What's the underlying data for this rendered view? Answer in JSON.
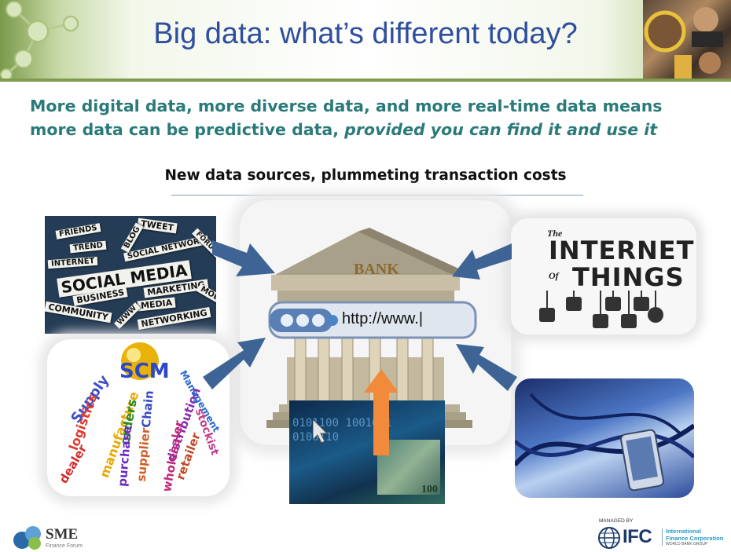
{
  "slide": {
    "title": "Big data: what’s different today?",
    "subtitle_line1": "More digital data, more diverse data, and more real-time data means",
    "subtitle_line2_plain": "more data can be predictive data, ",
    "subtitle_line2_italic": "provided you can find it and use it",
    "heading": "New data sources, plummeting transaction costs"
  },
  "social_media_image": {
    "words": [
      "FRIENDS",
      "TWEET",
      "TREND",
      "BLOG",
      "SOCIAL NETWORK",
      "FORUM",
      "INTERNET",
      "SOCIAL MEDIA",
      "MARKETING",
      "BUSINESS",
      "MEDIA",
      "MOBILE",
      "COMMUNITY",
      "WWW",
      "NETWORKING"
    ]
  },
  "iot_image": {
    "line1": "The",
    "line2": "INTERNET",
    "line3": "Of",
    "line4": "THINGS"
  },
  "bank_image": {
    "sign": "BANK",
    "url": "http://www.|"
  },
  "scm_image": {
    "center": "SCM",
    "words": [
      "Supply",
      "logistics",
      "manufacture",
      "orders",
      "Chain",
      "distribution",
      "Management",
      "stockist",
      "dealer",
      "purchase",
      "supplier",
      "wholesaler",
      "retailer"
    ]
  },
  "money_image": {
    "binary": "0101100 1001011 0100110",
    "note_value": "100"
  },
  "footer": {
    "sme_logo": "SME",
    "sme_sub": "Finance Forum",
    "managed_by": "MANAGED BY",
    "ifc_logo": "IFC",
    "ifc_full_1": "International",
    "ifc_full_2": "Finance Corporation",
    "ifc_group": "WORLD BANK GROUP"
  },
  "colors": {
    "title": "#2e4e9e",
    "subtitle": "#2b7a7a",
    "arrow_blue": "#3d6494",
    "arrow_orange": "#f28a3c",
    "banner_green": "#7e9a4e"
  }
}
